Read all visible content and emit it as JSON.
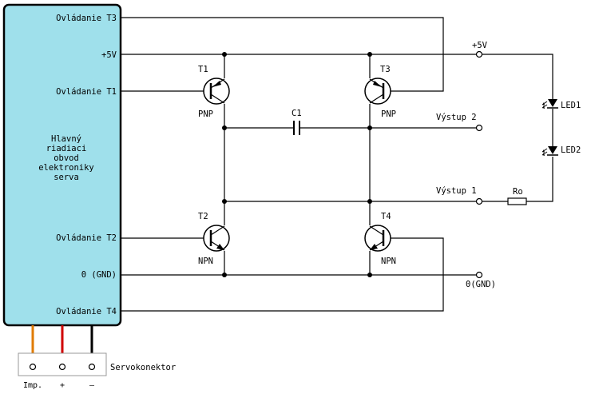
{
  "module": {
    "title_lines": [
      "Hlavný",
      "riadiaci",
      "obvod",
      "elektroniky",
      "serva"
    ],
    "fill": "#9fe0eb",
    "pins": {
      "t3": "Ovládanie T3",
      "vcc": "+5V",
      "t1": "Ovládanie T1",
      "t2": "Ovládanie T2",
      "gnd": "0 (GND)",
      "t4": "Ovládanie T4"
    }
  },
  "transistors": {
    "t1": {
      "name": "T1",
      "type": "PNP"
    },
    "t3": {
      "name": "T3",
      "type": "PNP"
    },
    "t2": {
      "name": "T2",
      "type": "NPN"
    },
    "t4": {
      "name": "T4",
      "type": "NPN"
    }
  },
  "capacitor": "C1",
  "resistor": "Ro",
  "leds": [
    "LED1",
    "LED2"
  ],
  "outputs": {
    "vcc": "+5V",
    "out2": "Výstup 2",
    "out1": "Výstup 1",
    "gnd": "0(GND)"
  },
  "connector": {
    "label": "Servokonektor",
    "pins": [
      "Imp.",
      "+",
      "–"
    ],
    "wire_colors": [
      "#e07b00",
      "#d00000",
      "#000000"
    ]
  }
}
